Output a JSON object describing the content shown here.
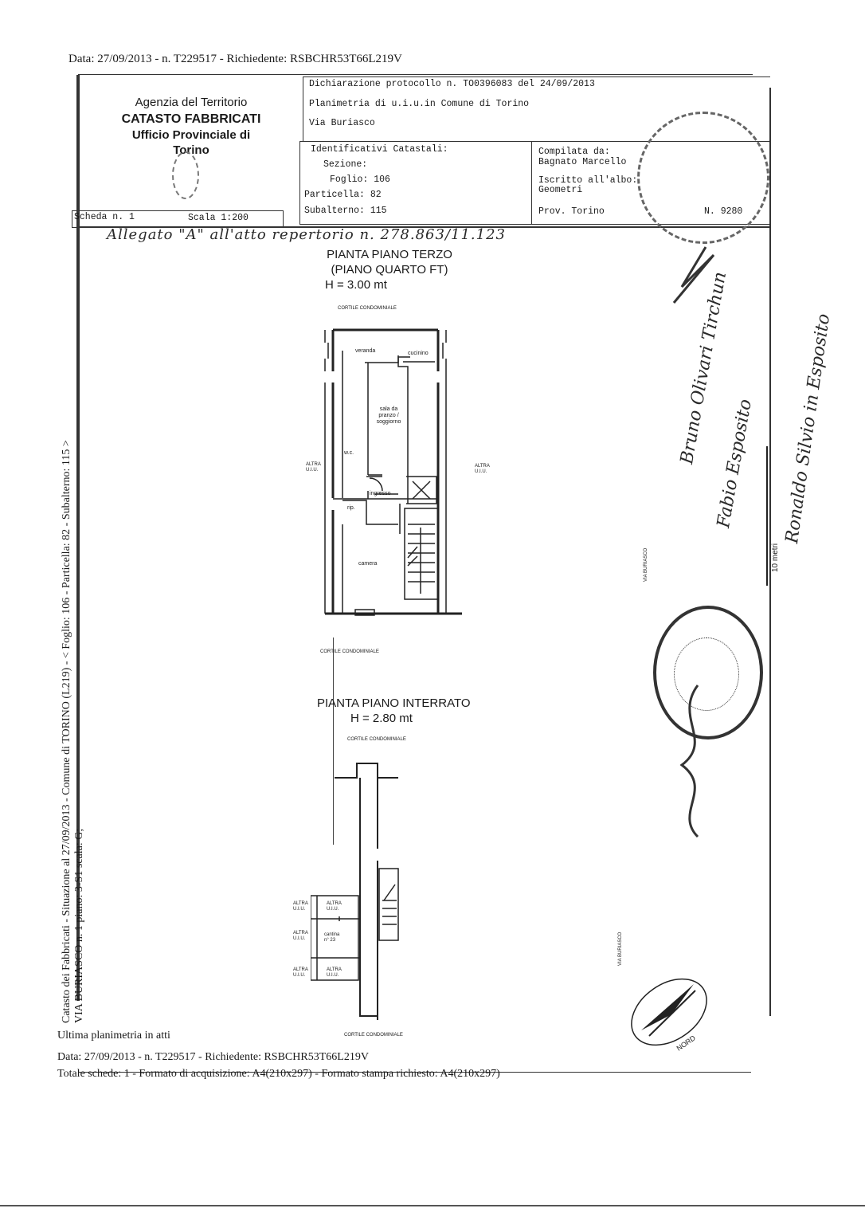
{
  "header_top": "Data: 27/09/2013 - n. T229517 - Richiedente: RSBCHR53T66L219V",
  "agency": {
    "line1": "Agenzia del Territorio",
    "line2": "CATASTO FABBRICATI",
    "line3": "Ufficio Provinciale di",
    "line4": "Torino"
  },
  "declaration": {
    "protocol": "Dichiarazione protocollo n. TO0396083 del  24/09/2013",
    "planimetry": "Planimetria di u.i.u.in Comune di Torino",
    "street": "Via Buriasco"
  },
  "identifiers": {
    "title": "Identificativi Catastali:",
    "sezione": "Sezione:",
    "foglio": "Foglio: 106",
    "particella": "Particella: 82",
    "subalterno": "Subalterno: 115"
  },
  "compiler": {
    "label": "Compilata da:",
    "name": "Bagnato Marcello",
    "iscritto": "Iscritto all'albo:",
    "albo": "Geometri",
    "prov": "Prov. Torino",
    "number": "N. 9280"
  },
  "scheda": {
    "number": "Scheda n. 1",
    "scale": "Scala 1:200"
  },
  "handwritten": {
    "allegato": "Allegato \"A\" all'atto repertorio n. 278.863/11.123",
    "sig1": "Bruno Olivari Tirchun",
    "sig2": "Fabio Esposito",
    "sig3": "Ronaldo Silvio in Esposito"
  },
  "plan_upper": {
    "title": "PIANTA PIANO TERZO",
    "subtitle": "(PIANO QUARTO FT)",
    "height": "H = 3.00 mt",
    "cortile_top": "CORTILE CONDOMINIALE",
    "cortile_bottom": "CORTILE CONDOMINIALE",
    "veranda": "veranda",
    "cucinino": "cucinino",
    "sala": "sala da pranzo / soggiorno",
    "wc": "w.c.",
    "ingresso": "ingresso",
    "rip": "rip.",
    "camera": "camera",
    "altra_left": "ALTRA U.I.U.",
    "altra_right": "ALTRA U.I.U.",
    "via": "VIA BURIASCO"
  },
  "plan_lower": {
    "title": "PIANTA PIANO INTERRATO",
    "height": "H = 2.80 mt",
    "cortile_top": "CORTILE CONDOMINIALE",
    "cortile_bottom": "CORTILE CONDOMINIALE",
    "altra": "ALTRA U.I.U.",
    "cantina": "cantina n° 23",
    "via": "VIA BURIASCO"
  },
  "scale_bar": "10 metri",
  "nord": "NORD",
  "side_text_1": "Catasto dei Fabbricati - Situazione al 27/09/2013 - Comune di TORINO (L219) - < Foglio: 106 - Particella: 82 - Subalterno: 115 >",
  "side_text_2": "VIA BURIASCO n. 1 piano: 3-S1 scala: G;",
  "footer": {
    "line1": "Ultima planimetria in atti",
    "line2": "Data: 27/09/2013 - n. T229517 - Richiedente: RSBCHR53T66L219V",
    "line3": "Totale schede: 1 - Formato di acquisizione: A4(210x297)  - Formato stampa richiesto: A4(210x297)"
  }
}
